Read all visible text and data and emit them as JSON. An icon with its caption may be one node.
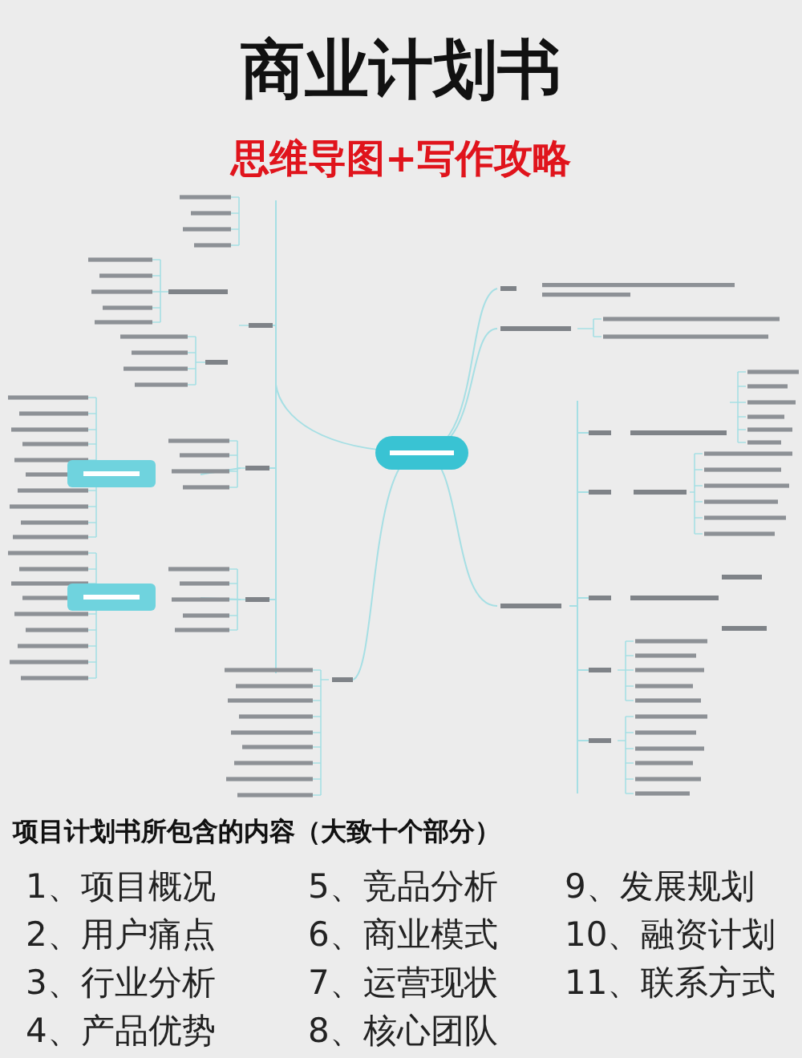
{
  "diagram": {
    "title": "商业计划书",
    "nodes": [
      {
        "text": [],
        "shape": "picture"
      }
    ],
    "labels": [
      "思维导图+写作攻略",
      "项目计划书所包含的内容（大致十个部分）",
      "1、项目概况",
      "2、用户痛点",
      "3、行业分析",
      "4、产品优势",
      "5、竞品分析",
      "6、商业模式",
      "7、运营现状",
      "8、核心团队",
      "9、发展规划",
      "10、融资计划",
      "11、联系方式"
    ]
  }
}
